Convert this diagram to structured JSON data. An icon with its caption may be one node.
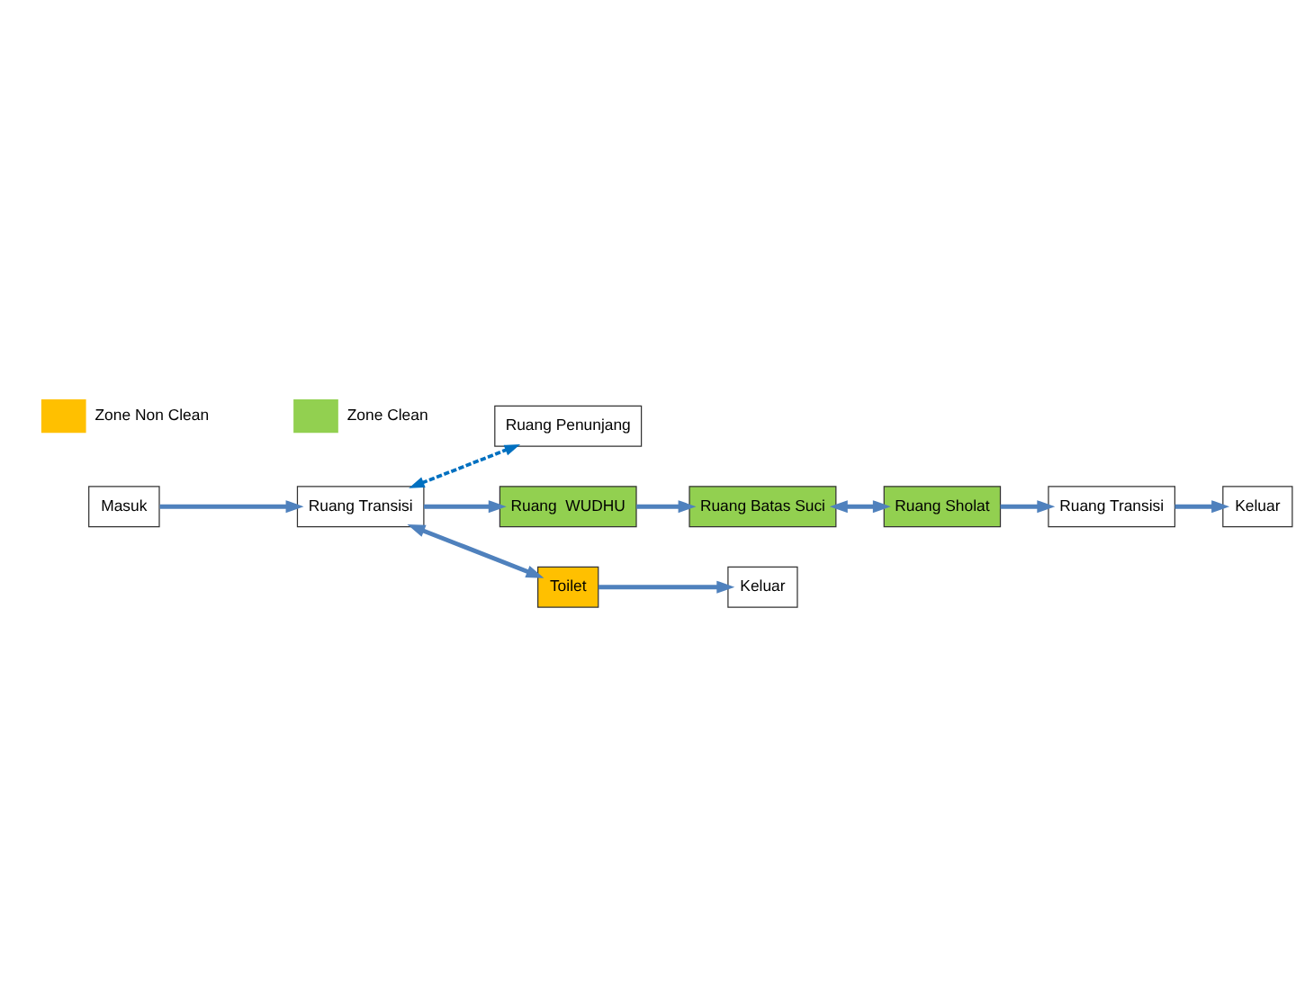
{
  "diagram": {
    "nodes": [
      {
        "text": [
          "Ruang Penunjang"
        ]
      },
      {
        "text": [
          "Ruang  WUDHU"
        ]
      },
      {
        "text": [
          "Ruang Batas Suci"
        ]
      },
      {
        "text": [
          "Ruang Sholat"
        ]
      },
      {
        "text": [
          "Masuk"
        ]
      },
      {
        "text": [
          "Ruang Transisi"
        ]
      },
      {
        "text": [
          "Toilet"
        ]
      },
      {
        "text": [
          "Ruang Transisi"
        ]
      },
      {
        "text": [
          "Keluar"
        ]
      },
      {
        "text": [
          "Keluar"
        ]
      }
    ],
    "edges": [
      {
        "from": 5,
        "to": 0,
        "arrow": "both",
        "style": "dashed",
        "color": "#0070c0"
      },
      {
        "from": 4,
        "to": 5,
        "arrow": "to"
      },
      {
        "from": 5,
        "to": 1,
        "arrow": "to"
      },
      {
        "from": 1,
        "to": 2,
        "arrow": "to"
      },
      {
        "from": 2,
        "to": 3,
        "arrow": "both"
      },
      {
        "from": 3,
        "to": 7,
        "arrow": "to"
      },
      {
        "from": 7,
        "to": 9,
        "arrow": "to"
      },
      {
        "from": 5,
        "to": 6,
        "arrow": "both"
      },
      {
        "from": 6,
        "to": 8,
        "arrow": "to"
      }
    ],
    "legend": [
      {
        "text": "Zone Non Clean",
        "color": "#ffc000"
      },
      {
        "text": "Zone Clean",
        "color": "#92d050"
      }
    ]
  }
}
